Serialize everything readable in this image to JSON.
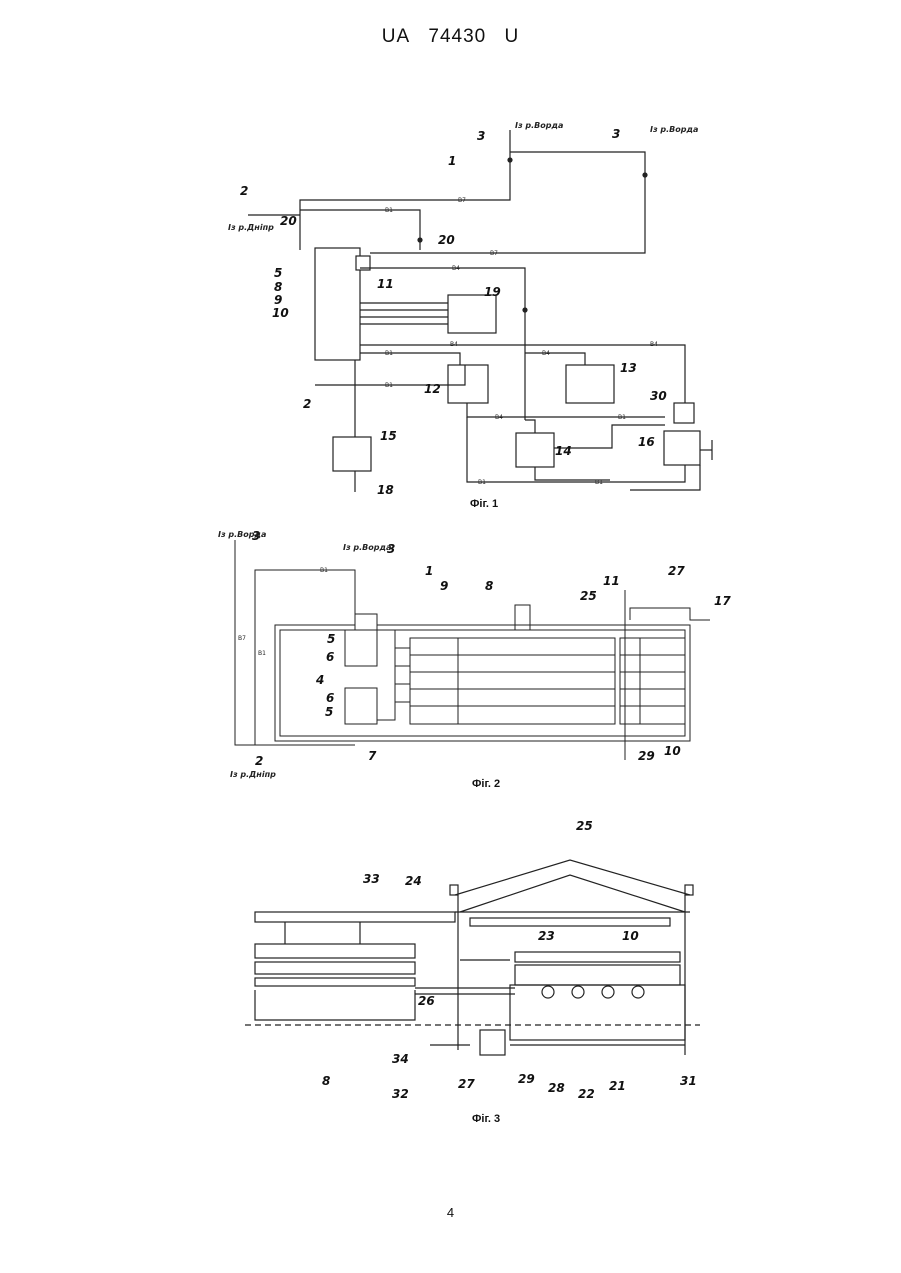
{
  "header": {
    "office": "UA",
    "number": "74430",
    "kind": "U"
  },
  "figures": [
    {
      "caption": "Фіг. 1"
    },
    {
      "caption": "Фіг. 2"
    },
    {
      "caption": "Фіг. 3"
    }
  ],
  "page_number": "4",
  "fig1": {
    "labels": [
      "1",
      "2",
      "2",
      "3",
      "3",
      "5",
      "8",
      "9",
      "10",
      "11",
      "12",
      "13",
      "14",
      "15",
      "16",
      "18",
      "19",
      "20",
      "20",
      "30"
    ],
    "source_notes": [
      "Із р.Дніпр",
      "Із р.Ворда",
      "Із р.Ворда"
    ]
  },
  "fig2": {
    "labels": [
      "1",
      "2",
      "3",
      "3",
      "4",
      "5",
      "5",
      "6",
      "6",
      "7",
      "8",
      "9",
      "10",
      "11",
      "17",
      "25",
      "27",
      "29"
    ],
    "source_notes": [
      "Із р.Ворда",
      "Із р.Ворда",
      "Із р.Дніпр"
    ]
  },
  "fig3": {
    "labels": [
      "8",
      "10",
      "21",
      "22",
      "23",
      "24",
      "25",
      "26",
      "27",
      "28",
      "29",
      "31",
      "32",
      "33",
      "34"
    ]
  }
}
